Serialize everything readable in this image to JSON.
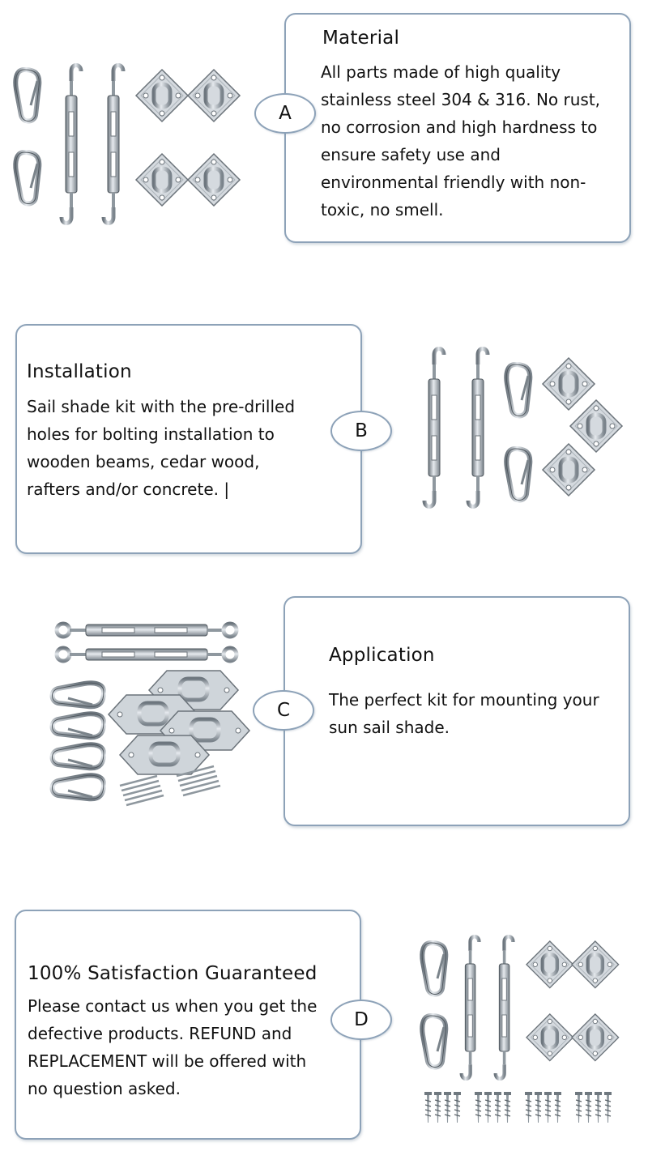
{
  "sections": [
    {
      "badge": "A",
      "title": "Material",
      "body": "All parts made of high quality\nstainless steel 304 & 316. No rust,\nno corrosion and high hardness to\nensure safety use and\nenvironmental friendly with non-\ntoxic, no smell."
    },
    {
      "badge": "B",
      "title": "Installation",
      "body": "Sail shade kit with the pre-drilled\nholes for bolting installation to\nwooden beams, cedar wood,\nrafters and/or concrete. |"
    },
    {
      "badge": "C",
      "title": "Application",
      "body": "The perfect kit for mounting your\n sun sail shade."
    },
    {
      "badge": "D",
      "title": "100% Satisfaction Guaranteed",
      "body": "Please contact us when you get the\ndefective products. REFUND and\nREPLACEMENT will be offered with\nno question asked."
    }
  ],
  "colors": {
    "border": "#8da2b8",
    "metal": "#9aa3ab",
    "metal_dark": "#5d666e"
  },
  "icons": [
    "carabiner-icon",
    "turnbuckle-icon",
    "pad-eye-plate-icon",
    "screw-icon",
    "nail-icon"
  ]
}
